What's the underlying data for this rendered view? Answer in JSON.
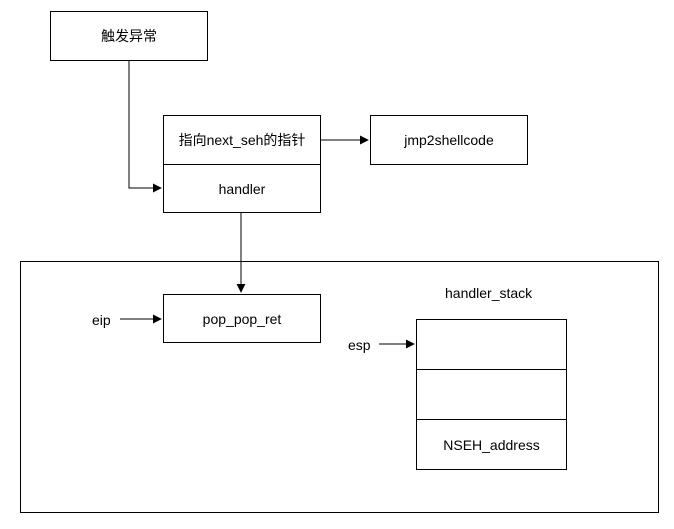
{
  "nodes": {
    "trigger_exception": "触发异常",
    "seh_record_next": "指向next_seh的指针",
    "seh_record_handler": "handler",
    "jmp2shellcode": "jmp2shellcode",
    "pop_pop_ret": "pop_pop_ret",
    "nseh_address": "NSEH_address"
  },
  "labels": {
    "eip": "eip",
    "esp": "esp",
    "handler_stack": "handler_stack"
  },
  "colors": {
    "stroke": "#000000",
    "background": "#ffffff"
  }
}
